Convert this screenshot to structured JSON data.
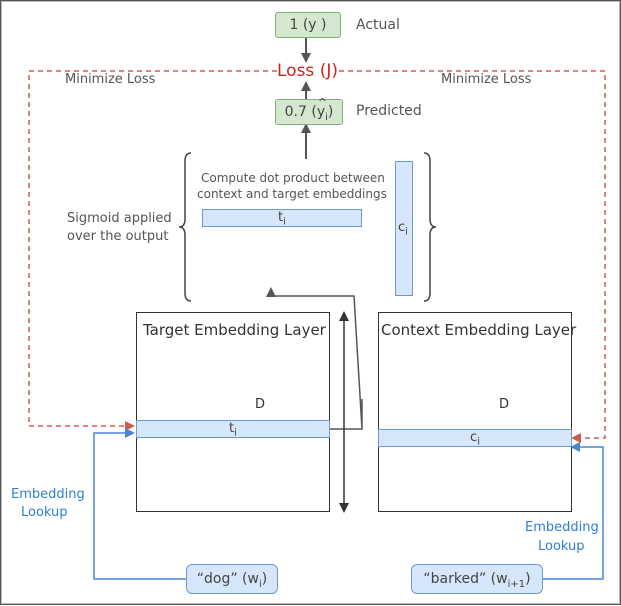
{
  "nodes": {
    "actual_value": "1 (y )",
    "actual_label": "Actual",
    "loss_label": "Loss (J)",
    "minimize_left": "Minimize Loss",
    "minimize_right": "Minimize Loss",
    "predicted_value": "0.7 (",
    "predicted_var": "y",
    "predicted_hat": "^",
    "predicted_sub": "i",
    "predicted_close": ")",
    "predicted_label": "Predicted",
    "dot_product_line1": "Compute dot product between",
    "dot_product_line2": "context and target embeddings",
    "sigmoid_line1": "Sigmoid applied",
    "sigmoid_line2": "over the output",
    "target_vec": "t",
    "target_vec_sub": "i",
    "context_vec": "c",
    "context_vec_sub": "i",
    "target_layer": "Target Embedding Layer",
    "context_layer": "Context Embedding Layer",
    "dim_left": "D",
    "dim_right": "D",
    "target_row": "t",
    "target_row_sub": "i",
    "context_row": "c",
    "context_row_sub": "i",
    "lookup_left_1": "Embedding",
    "lookup_left_2": "Lookup",
    "lookup_right_1": "Embedding",
    "lookup_right_2": "Lookup",
    "word_dog": "“dog” (w",
    "word_dog_sub": "i",
    "word_dog_close": ")",
    "word_barked": "“barked” (w",
    "word_barked_sub": "i+1",
    "word_barked_close": ")"
  },
  "colors": {
    "loss": "#d0231b",
    "loss_arrow": "#d05a50",
    "lookup": "#2f7fd1",
    "green_fill": "#d3e8cf",
    "blue_fill": "#d6e6fb"
  }
}
